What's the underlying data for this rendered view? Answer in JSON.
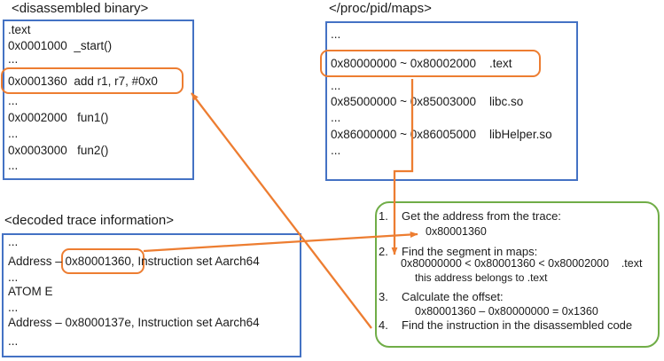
{
  "colors": {
    "box_border_blue": "#4472C4",
    "highlight_orange": "#ED7D31",
    "steps_border_green": "#70AD47",
    "text": "#1b1b1b"
  },
  "disassembled_binary": {
    "title": "<disassembled binary>",
    "rows": [
      ".text",
      "0x0001000  _start()",
      "...",
      "0x0001360  add r1, r7, #0x0",
      "...",
      "0x0002000   fun1()",
      "...",
      "0x0003000   fun2()",
      "..."
    ]
  },
  "proc_maps": {
    "title": "</proc/pid/maps>",
    "rows": [
      "...",
      "0x80000000 ~ 0x80002000    .text",
      "...",
      "0x85000000 ~ 0x85003000    libc.so",
      "...",
      "0x86000000 ~ 0x86005000    libHelper.so",
      "..."
    ]
  },
  "decoded_trace": {
    "title": "<decoded trace information>",
    "dots_1": "...",
    "addr_line_1": {
      "prefix": "Address – ",
      "highlight": "0x80001360,",
      "suffix": " Instruction set Aarch64"
    },
    "dots_2": "...",
    "atom_row": "ATOM E",
    "dots_3": "...",
    "addr_line_2": "Address – 0x8000137e, Instruction set Aarch64",
    "dots_4": "..."
  },
  "steps_panel": {
    "steps": [
      {
        "num": "1.",
        "label": "Get the address from the trace:"
      },
      {
        "num": "2.",
        "label": "Find the segment in maps:"
      },
      {
        "num": "3.",
        "label": "Calculate the offset:"
      },
      {
        "num": "4.",
        "label": "Find the instruction in the disassembled code"
      }
    ],
    "step1_value": "0x80001360",
    "step2_compare": "0x80000000 < 0x80001360 < 0x80002000    .text",
    "step2_note": "this address belongs to .text",
    "step3_calc": "0x80001360 – 0x80000000 = 0x1360"
  }
}
